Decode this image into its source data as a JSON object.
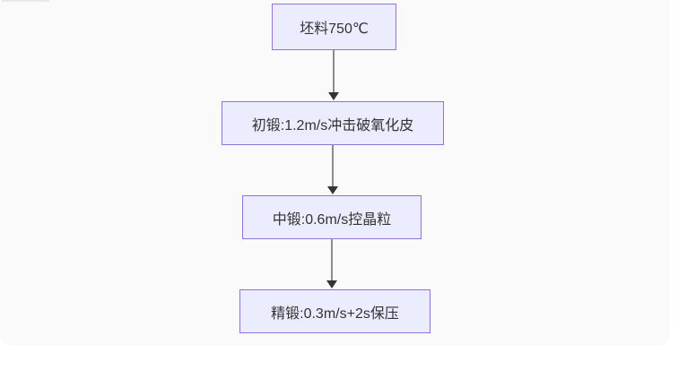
{
  "flowchart": {
    "type": "flowchart-vertical",
    "nodes": [
      {
        "id": "node-billet",
        "label": "坯料750℃"
      },
      {
        "id": "node-initial-forge",
        "label": "初锻:1.2m/s冲击破氧化皮"
      },
      {
        "id": "node-middle-forge",
        "label": "中锻:0.6m/s控晶粒"
      },
      {
        "id": "node-finish-forge",
        "label": "精锻:0.3m/s+2s保压"
      }
    ],
    "edges": [
      {
        "from": "node-billet",
        "to": "node-initial-forge",
        "label": ""
      },
      {
        "from": "node-initial-forge",
        "to": "node-middle-forge",
        "label": ""
      },
      {
        "from": "node-middle-forge",
        "to": "node-finish-forge",
        "label": ""
      }
    ],
    "colors": {
      "page_bg": "#ffffff",
      "canvas_bg": "#fafafa",
      "node_fill": "#ECECFF",
      "node_border": "#9370DB",
      "text": "#333333",
      "edge_line": "#8c8c8c",
      "arrowhead": "#333333"
    }
  }
}
